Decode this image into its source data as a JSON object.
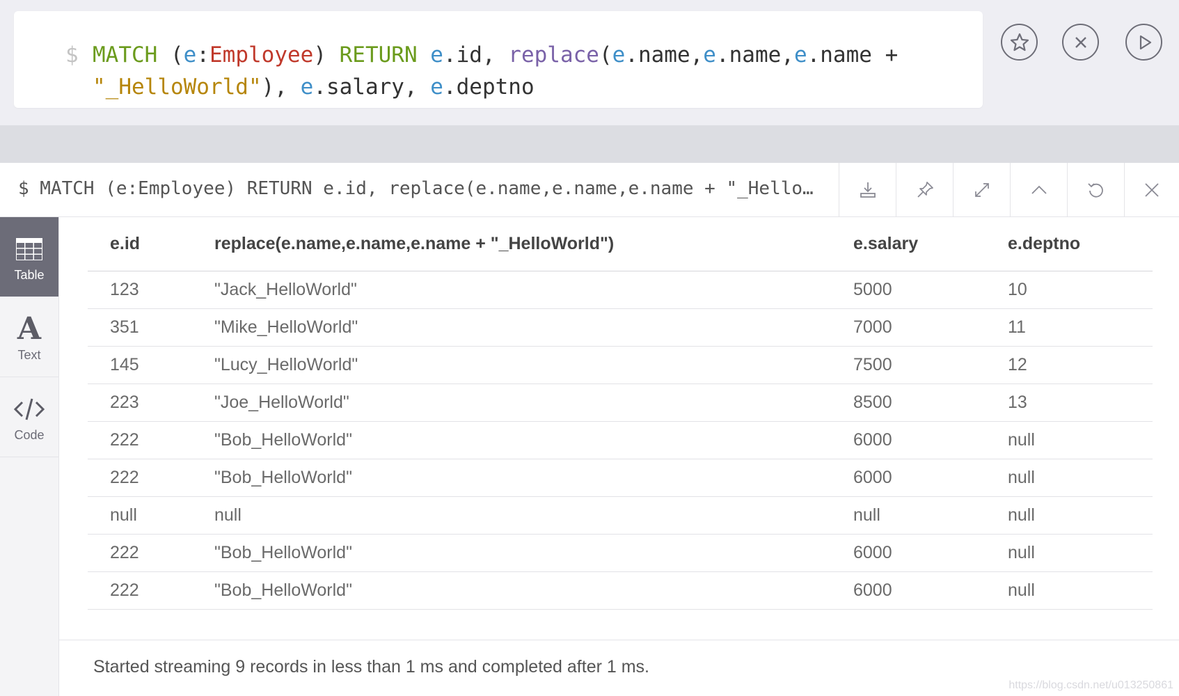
{
  "editor": {
    "prompt": "$",
    "query_line1": [
      {
        "t": "MATCH",
        "c": "kw"
      },
      {
        "t": " (",
        "c": "punc"
      },
      {
        "t": "e",
        "c": "var"
      },
      {
        "t": ":",
        "c": "punc"
      },
      {
        "t": "Employee",
        "c": "label"
      },
      {
        "t": ") ",
        "c": "punc"
      },
      {
        "t": "RETURN",
        "c": "kw"
      },
      {
        "t": " ",
        "c": "punc"
      },
      {
        "t": "e",
        "c": "var"
      },
      {
        "t": ".id, ",
        "c": "punc"
      },
      {
        "t": "replace",
        "c": "fn"
      },
      {
        "t": "(",
        "c": "punc"
      },
      {
        "t": "e",
        "c": "var"
      },
      {
        "t": ".name,",
        "c": "punc"
      },
      {
        "t": "e",
        "c": "var"
      },
      {
        "t": ".name,",
        "c": "punc"
      },
      {
        "t": "e",
        "c": "var"
      },
      {
        "t": ".name +",
        "c": "punc"
      }
    ],
    "query_line2": [
      {
        "t": "\"_HelloWorld\"",
        "c": "str"
      },
      {
        "t": "), ",
        "c": "punc"
      },
      {
        "t": "e",
        "c": "var"
      },
      {
        "t": ".salary, ",
        "c": "punc"
      },
      {
        "t": "e",
        "c": "var"
      },
      {
        "t": ".deptno",
        "c": "punc"
      }
    ],
    "buttons": [
      "star-icon",
      "close-circle-icon",
      "play-icon"
    ]
  },
  "frame": {
    "title": "$ MATCH (e:Employee) RETURN e.id, replace(e.name,e.name,e.name + \"_Hello…",
    "tools": [
      "download-icon",
      "pin-icon",
      "expand-icon",
      "collapse-up-icon",
      "rerun-icon",
      "close-icon"
    ]
  },
  "sidebar": {
    "items": [
      {
        "label": "Table",
        "icon": "table-icon",
        "active": true
      },
      {
        "label": "Text",
        "icon": "text-icon",
        "active": false
      },
      {
        "label": "Code",
        "icon": "code-icon",
        "active": false
      }
    ]
  },
  "table": {
    "headers": [
      "e.id",
      "replace(e.name,e.name,e.name + \"_HelloWorld\")",
      "e.salary",
      "e.deptno"
    ],
    "rows": [
      [
        "123",
        "\"Jack_HelloWorld\"",
        "5000",
        "10"
      ],
      [
        "351",
        "\"Mike_HelloWorld\"",
        "7000",
        "11"
      ],
      [
        "145",
        "\"Lucy_HelloWorld\"",
        "7500",
        "12"
      ],
      [
        "223",
        "\"Joe_HelloWorld\"",
        "8500",
        "13"
      ],
      [
        "222",
        "\"Bob_HelloWorld\"",
        "6000",
        "null"
      ],
      [
        "222",
        "\"Bob_HelloWorld\"",
        "6000",
        "null"
      ],
      [
        "null",
        "null",
        "null",
        "null"
      ],
      [
        "222",
        "\"Bob_HelloWorld\"",
        "6000",
        "null"
      ],
      [
        "222",
        "\"Bob_HelloWorld\"",
        "6000",
        "null"
      ]
    ]
  },
  "summary": "Started streaming 9 records in less than 1 ms and completed after 1 ms.",
  "watermark": "https://blog.csdn.net/u013250861",
  "colors": {
    "keyword": "#6b9b1d",
    "variable": "#3f8fc8",
    "label": "#c0392b",
    "function": "#7a62a8",
    "string": "#b6860b",
    "sidebar_active": "#6c6c78"
  }
}
